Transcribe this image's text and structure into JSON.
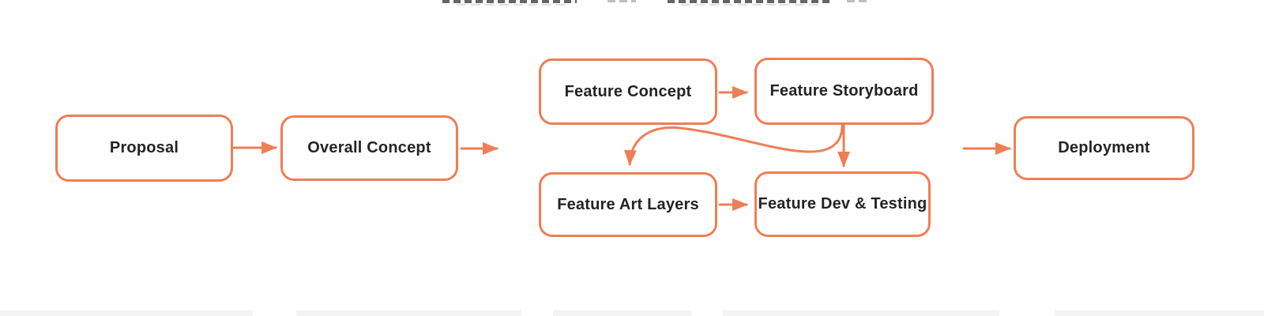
{
  "diagram": {
    "type": "flowchart",
    "accent_color": "#EE7E55",
    "text_color": "#242424",
    "background_color": "#FFFFFF",
    "nodes": [
      {
        "id": "proposal",
        "label": "Proposal"
      },
      {
        "id": "overall-concept",
        "label": "Overall Concept"
      },
      {
        "id": "feature-concept",
        "label": "Feature Concept"
      },
      {
        "id": "feature-storyboard",
        "label": "Feature Storyboard"
      },
      {
        "id": "feature-art-layers",
        "label": "Feature Art Layers"
      },
      {
        "id": "feature-dev-testing",
        "label": "Feature Dev & Testing"
      },
      {
        "id": "deployment",
        "label": "Deployment"
      }
    ],
    "edges": [
      {
        "from": "proposal",
        "to": "overall-concept",
        "style": "straight-right"
      },
      {
        "from": "overall-concept",
        "to": "feature-cluster",
        "style": "straight-right"
      },
      {
        "from": "feature-concept",
        "to": "feature-storyboard",
        "style": "straight-right"
      },
      {
        "from": "feature-storyboard",
        "to": "feature-art-layers",
        "style": "s-curve-down-left"
      },
      {
        "from": "feature-storyboard",
        "to": "feature-dev-testing",
        "style": "straight-down"
      },
      {
        "from": "feature-art-layers",
        "to": "feature-dev-testing",
        "style": "straight-right"
      },
      {
        "from": "feature-cluster",
        "to": "deployment",
        "style": "straight-right"
      }
    ],
    "artifacts": {
      "top_edge": "bottom sliver of cut-off dark text (illegible)",
      "bottom_edge": "faint tops of cut-off light-gray elements"
    }
  }
}
